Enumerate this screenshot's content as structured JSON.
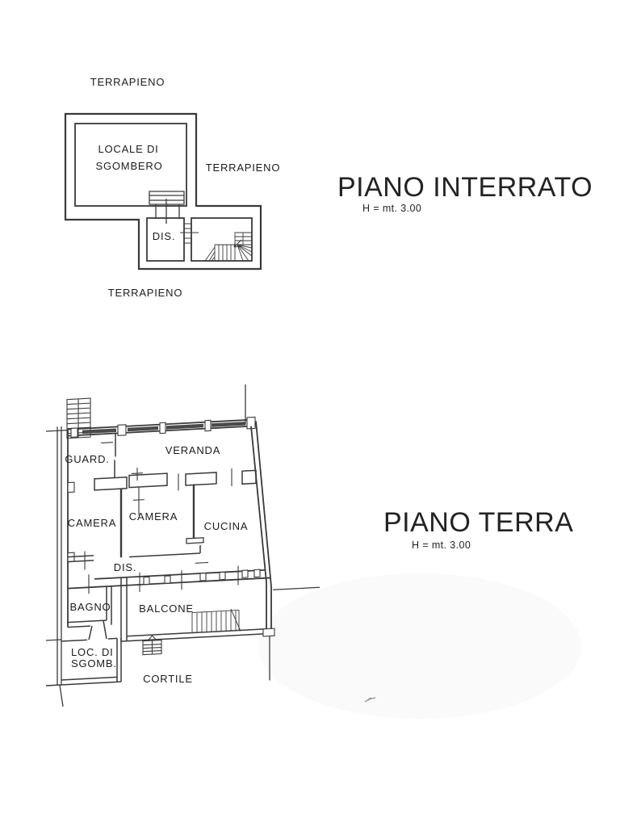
{
  "colors": {
    "paper": "#ffffff",
    "ink": "#3a3a3a",
    "text": "#1c1c1c"
  },
  "plans": {
    "interrato": {
      "title": "PIANO INTERRATO",
      "height_note": "H = mt. 3.00",
      "labels": {
        "terrapieno_top": "TERRAPIENO",
        "terrapieno_right": "TERRAPIENO",
        "terrapieno_bottom": "TERRAPIENO",
        "locale_sgombero_line1": "LOCALE DI",
        "locale_sgombero_line2": "SGOMBERO",
        "dis": "DIS."
      }
    },
    "terra": {
      "title": "PIANO TERRA",
      "height_note": "H = mt. 3.00",
      "labels": {
        "guard": "GUARD.",
        "veranda": "VERANDA",
        "camera_left": "CAMERA",
        "camera_center": "CAMERA",
        "cucina": "CUCINA",
        "dis": "DIS.",
        "bagno": "BAGNO",
        "balcone": "BALCONE",
        "loc_sgombero_line1": "LOC. DI",
        "loc_sgombero_line2": "SGOMB.",
        "cortile": "CORTILE"
      }
    }
  }
}
